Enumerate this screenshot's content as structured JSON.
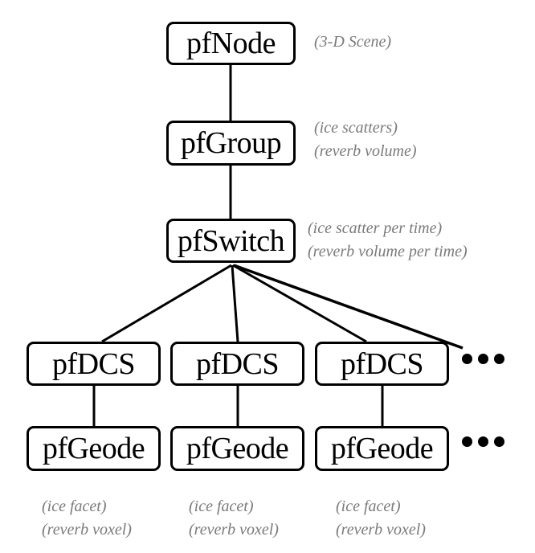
{
  "diagram": {
    "type": "scene-graph-hierarchy",
    "nodes": {
      "root": {
        "label": "pfNode",
        "annotations": [
          "(3-D Scene)"
        ]
      },
      "group": {
        "label": "pfGroup",
        "annotations": [
          "(ice scatters)",
          "(reverb volume)"
        ]
      },
      "switch": {
        "label": "pfSwitch",
        "annotations": [
          "(ice scatter per time)",
          "(reverb volume per time)"
        ]
      },
      "dcs": [
        {
          "label": "pfDCS"
        },
        {
          "label": "pfDCS"
        },
        {
          "label": "pfDCS"
        }
      ],
      "geode": [
        {
          "label": "pfGeode",
          "annotations": [
            "(ice facet)",
            "(reverb voxel)"
          ]
        },
        {
          "label": "pfGeode",
          "annotations": [
            "(ice facet)",
            "(reverb voxel)"
          ]
        },
        {
          "label": "pfGeode",
          "annotations": [
            "(ice facet)",
            "(reverb voxel)"
          ]
        }
      ]
    },
    "edges": [
      [
        "root",
        "group"
      ],
      [
        "group",
        "switch"
      ],
      [
        "switch",
        "dcs.0"
      ],
      [
        "switch",
        "dcs.1"
      ],
      [
        "switch",
        "dcs.2"
      ],
      [
        "switch",
        "more"
      ],
      [
        "dcs.0",
        "geode.0"
      ],
      [
        "dcs.1",
        "geode.1"
      ],
      [
        "dcs.2",
        "geode.2"
      ]
    ],
    "continuation_marker": "ellipsis-dots"
  }
}
